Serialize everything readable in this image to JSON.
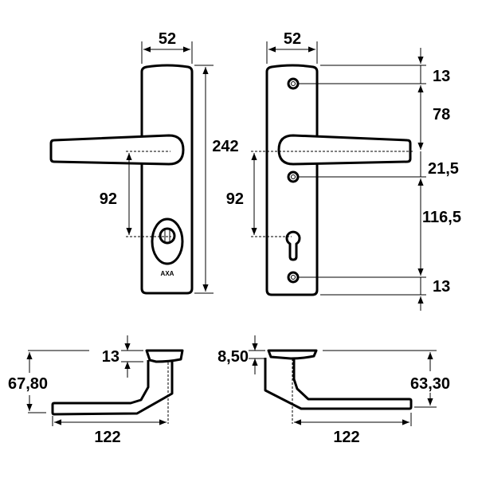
{
  "front_view": {
    "width": "52",
    "height": "242",
    "handle_to_cylinder": "92",
    "brand": "AXA"
  },
  "back_view": {
    "width": "52",
    "handle_to_cylinder": "92",
    "offsets": [
      "13",
      "78",
      "21,5",
      "116,5",
      "13"
    ]
  },
  "side_left": {
    "rose_thickness": "13",
    "height": "67,80",
    "length": "122"
  },
  "side_right": {
    "rose_thickness": "8,50",
    "height": "63,30",
    "length": "122"
  },
  "colors": {
    "line": "#000000",
    "background": "#ffffff"
  }
}
